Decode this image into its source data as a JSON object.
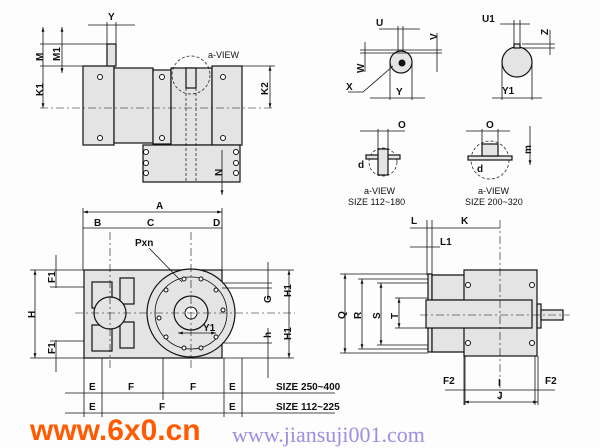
{
  "top_view": {
    "Y": "Y",
    "M": "M",
    "M1": "M1",
    "K1": "K1",
    "K2": "K2",
    "a_view": "a-VIEW",
    "N": "N"
  },
  "shaft_detail_small": {
    "U": "U",
    "V": "V",
    "W": "W",
    "X": "X",
    "Y": "Y"
  },
  "shaft_detail_large": {
    "U1": "U1",
    "Z": "Z",
    "Y1": "Y1"
  },
  "a_view_small": {
    "O": "O",
    "d": "d",
    "title": "a-VIEW",
    "size": "SIZE  112~180"
  },
  "a_view_large": {
    "O": "O",
    "m": "m",
    "d": "d",
    "title": "a-VIEW",
    "size": "SIZE  200~320"
  },
  "front_view": {
    "A": "A",
    "B": "B",
    "C": "C",
    "D": "D",
    "Pxn": "Pxn",
    "F1_top": "F1",
    "F1_bottom": "F1",
    "H": "H",
    "G": "G",
    "H1_top": "H1",
    "H1_bottom": "H1",
    "h": "h",
    "Y1": "Y1"
  },
  "base_dims": {
    "row1": {
      "E1": "E",
      "F1": "F",
      "F2": "F",
      "E2": "E",
      "size": "SIZE 250~400"
    },
    "row2": {
      "E1": "E",
      "F": "F",
      "E2": "E",
      "size": "SIZE 112~225"
    }
  },
  "side_view": {
    "L": "L",
    "K": "K",
    "L1": "L1",
    "Q": "Q",
    "R": "R",
    "S": "S",
    "T": "T",
    "F2_left": "F2",
    "I": "I",
    "F2_right": "F2",
    "J": "J"
  },
  "watermark": {
    "brand": "www.6x0.cn",
    "site": "www.jiansuji001.com"
  }
}
